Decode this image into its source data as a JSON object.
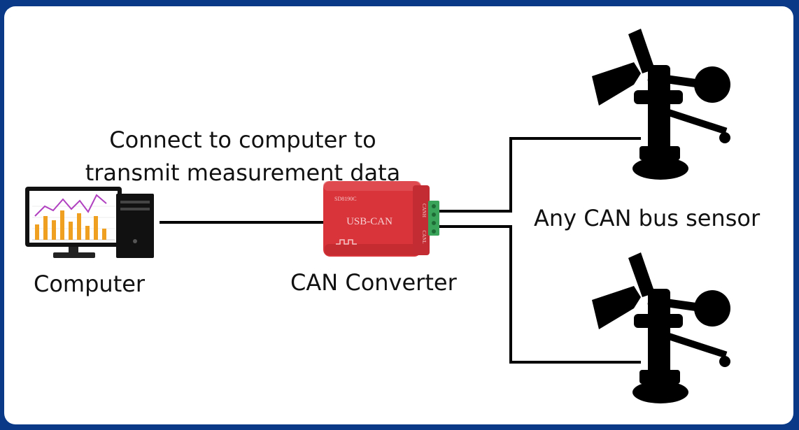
{
  "caption": {
    "line1": "Connect to computer to",
    "line2": "transmit measurement data"
  },
  "computer": {
    "label": "Computer"
  },
  "converter": {
    "label": "CAN Converter",
    "device_title": "USB-CAN",
    "device_model": "SD8190C",
    "port_top": "CANH",
    "port_bottom": "CANL"
  },
  "sensors": {
    "label": "Any CAN bus sensor"
  },
  "colors": {
    "border": "#0a3a87",
    "converter_body": "#d8343a",
    "terminal_block": "#3aa55a",
    "chart_bars": "#f0a020",
    "chart_line": "#b040c0"
  },
  "icons": {
    "computer": "desktop-computer-icon",
    "converter": "usb-can-converter-icon",
    "sensor": "anemometer-sensor-icon"
  }
}
